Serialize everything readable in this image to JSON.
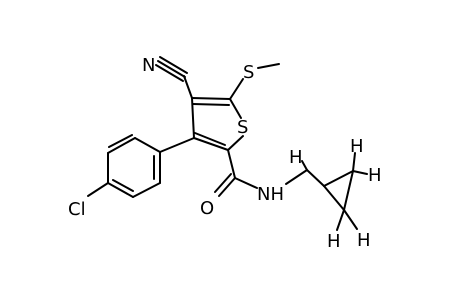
{
  "diagram": {
    "type": "chemical-structure",
    "atom_labels": {
      "nitrile_n": "N",
      "thiophene_s": "S",
      "chloro": "Cl",
      "carbonyl_o": "O",
      "amide_nh": "NH",
      "h_ch2": "H",
      "h_ring_top": "H",
      "h_ring_right": "H",
      "h_ring_bottom_left": "H",
      "h_ring_bottom_right": "H"
    }
  }
}
